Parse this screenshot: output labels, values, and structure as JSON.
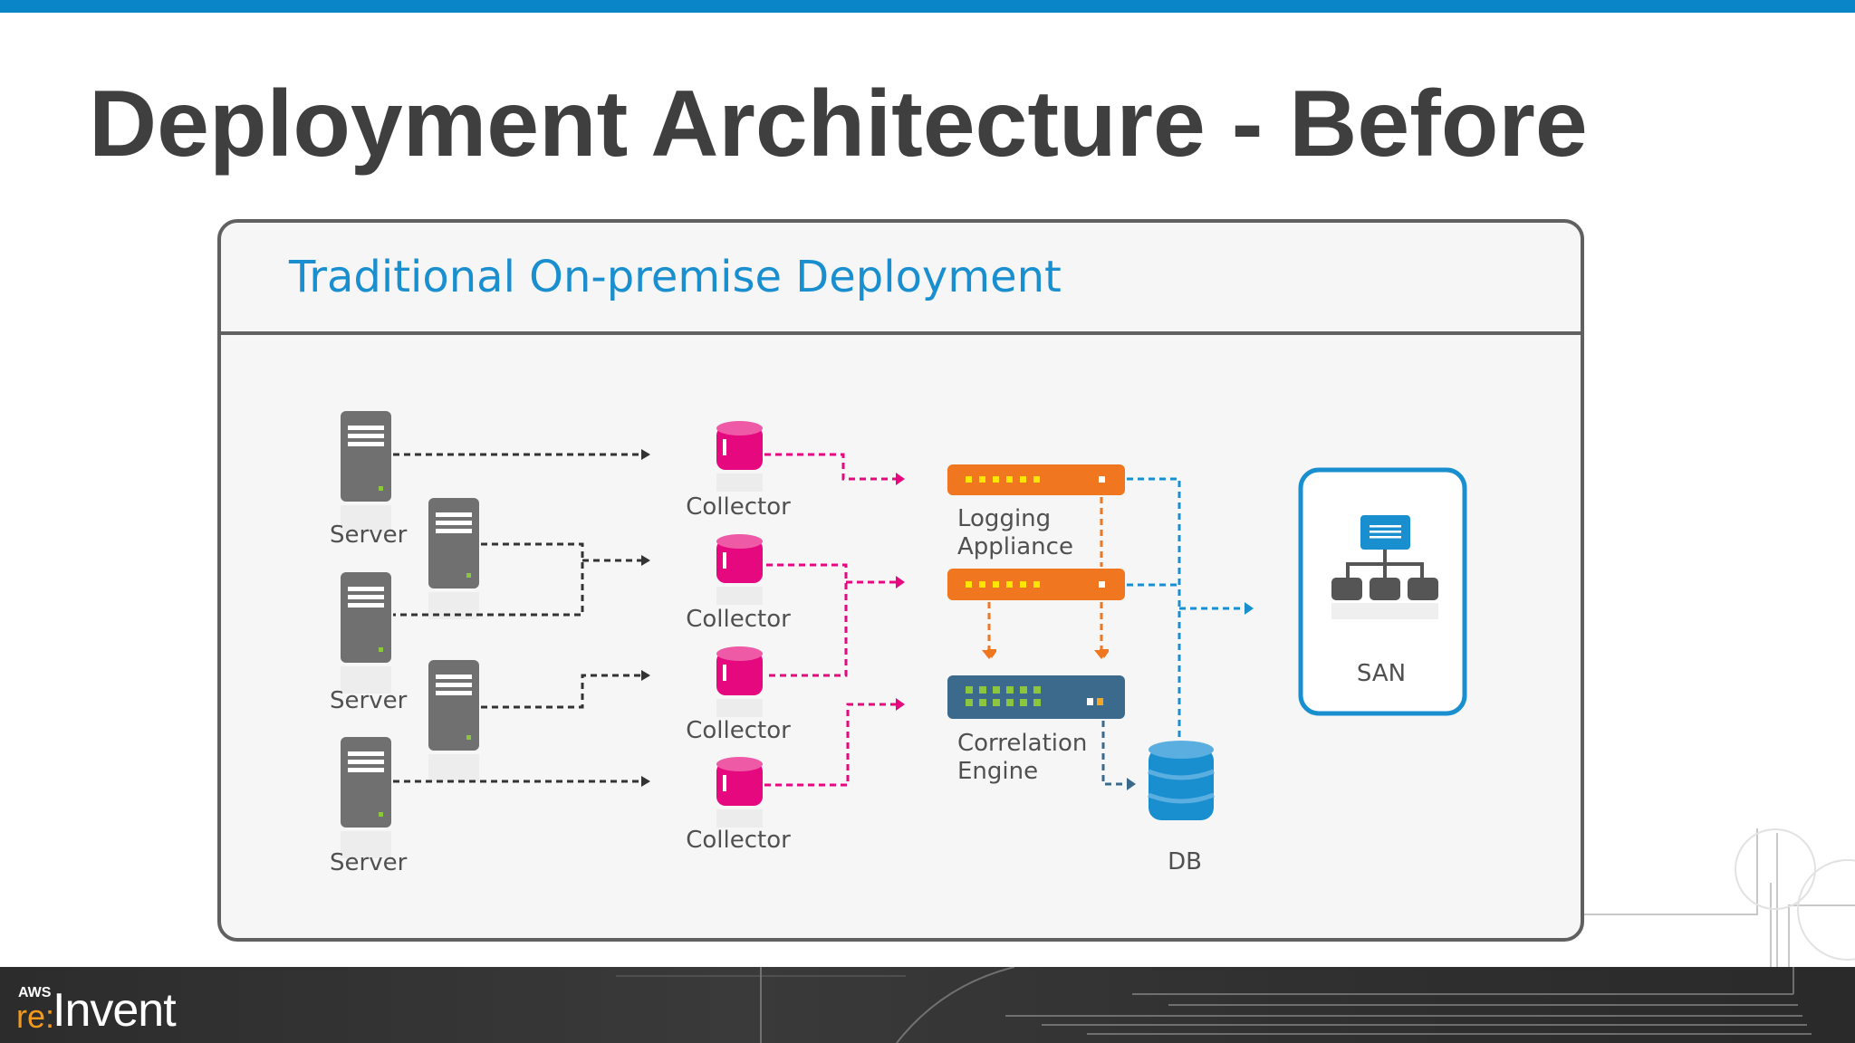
{
  "slide": {
    "title": "Deployment Architecture - Before",
    "panel_title": "Traditional On-premise Deployment"
  },
  "diagram": {
    "servers": [
      "Server",
      "Server",
      "Server"
    ],
    "collectors": [
      "Collector",
      "Collector",
      "Collector",
      "Collector"
    ],
    "logging_appliance": [
      "Logging",
      "Appliance"
    ],
    "correlation_engine": [
      "Correlation",
      "Engine"
    ],
    "db": "DB",
    "san": "SAN"
  },
  "footer": {
    "logo_aws": "AWS",
    "logo_re": "re:",
    "logo_invent": "Invent"
  },
  "colors": {
    "accent_blue": "#1a8fd0",
    "collector_pink": "#e5087f",
    "appliance_orange": "#f07620",
    "engine_blue": "#3b6a8c",
    "server_gray": "#707070"
  }
}
